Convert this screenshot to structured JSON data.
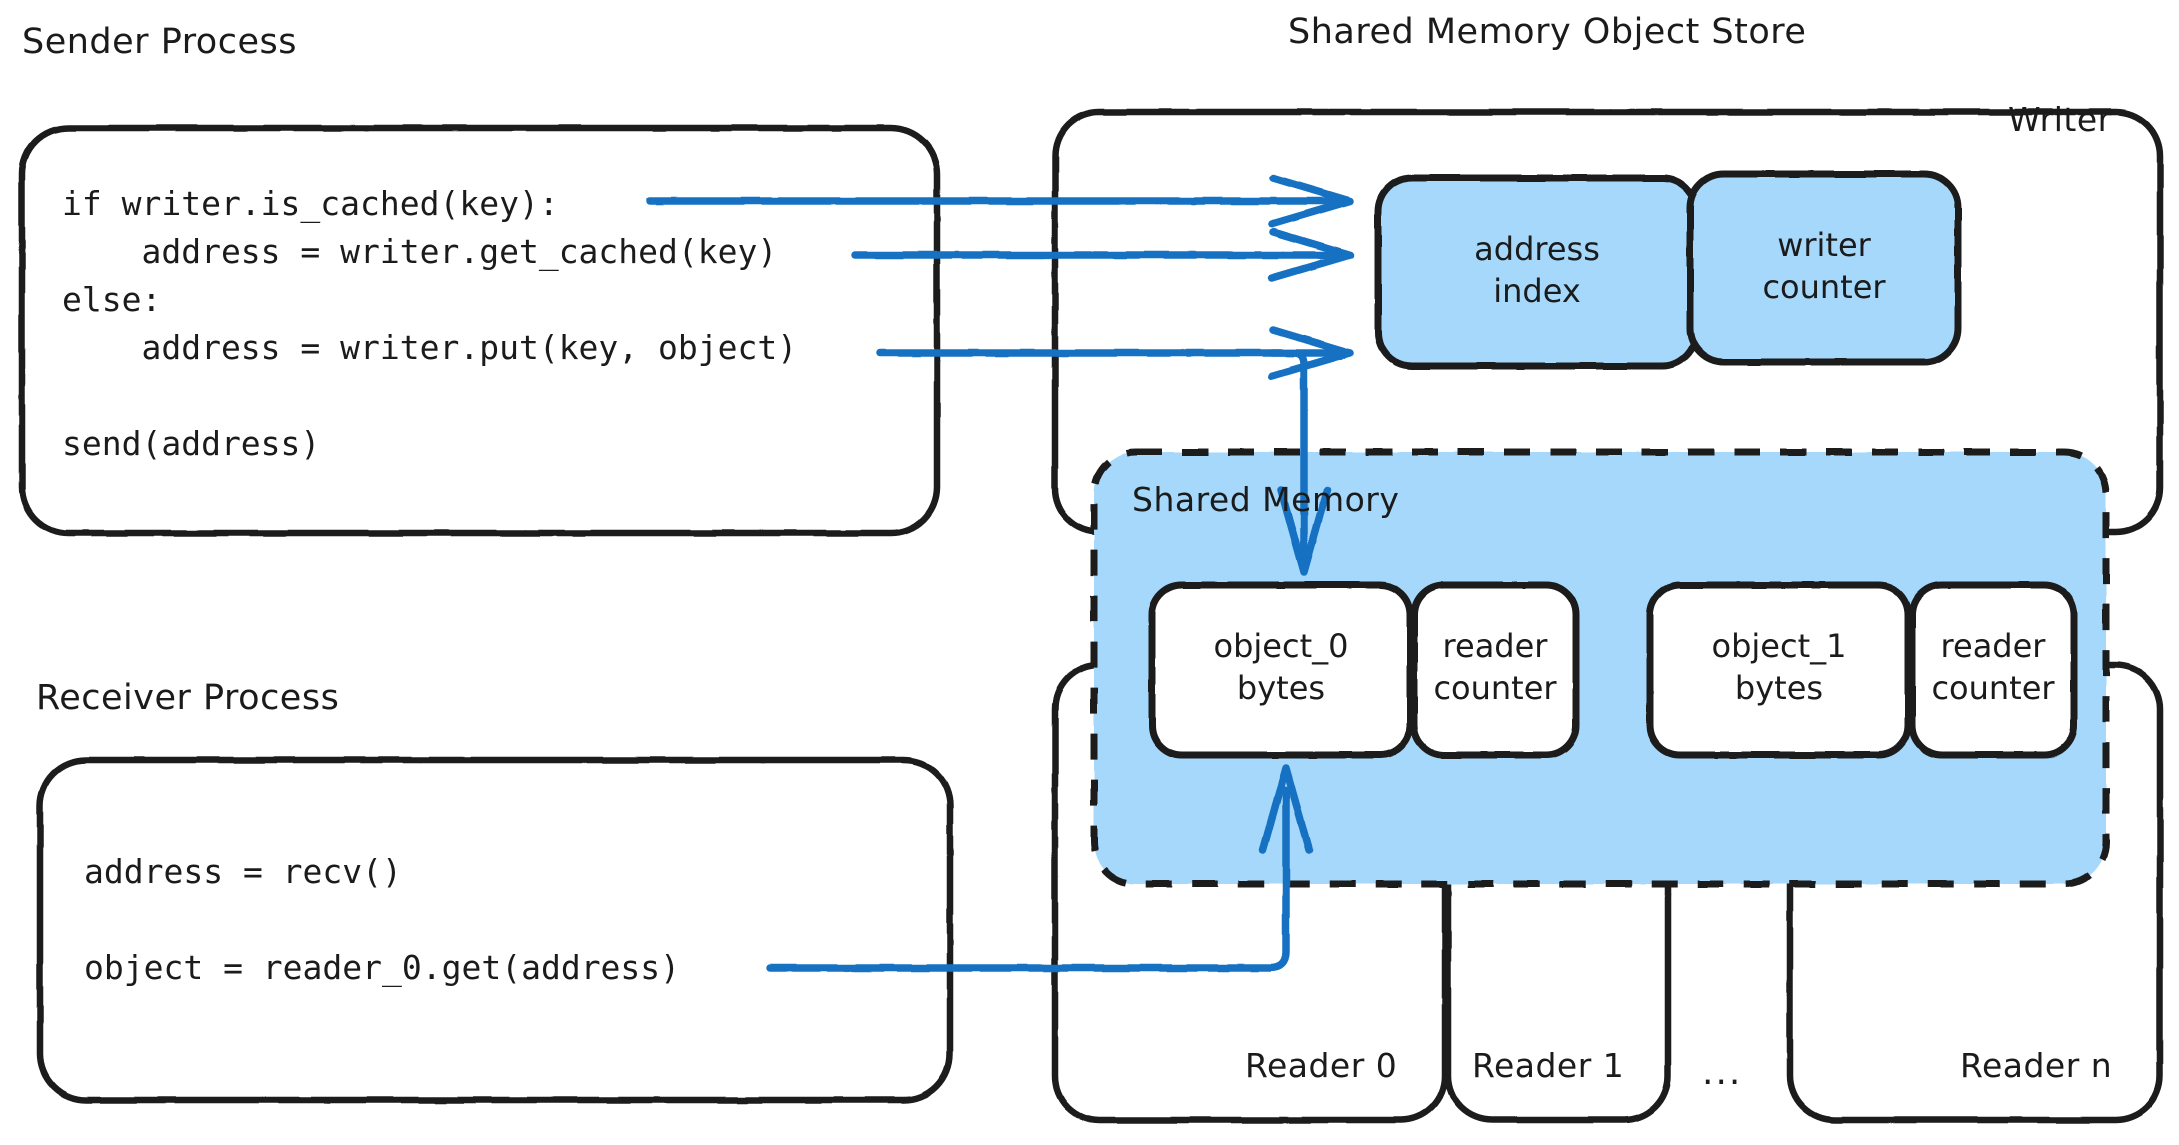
{
  "diagram": {
    "title_sender": "Sender Process",
    "title_receiver": "Receiver Process",
    "title_store": "Shared Memory Object Store",
    "colors": {
      "stroke": "#1b1b1b",
      "arrow": "#1971c2",
      "fill_blue": "#a5d8fb",
      "background": "#ffffff"
    }
  },
  "sender": {
    "label": "Sender Process",
    "code_lines": [
      "if writer.is_cached(key):",
      "    address = writer.get_cached(key)",
      "else:",
      "    address = writer.put(key, object)",
      "",
      "send(address)"
    ],
    "code_text": "if writer.is_cached(key):\n    address = writer.get_cached(key)\nelse:\n    address = writer.put(key, object)\n\nsend(address)"
  },
  "receiver": {
    "label": "Receiver Process",
    "code_lines": [
      "address = recv()",
      "",
      "object = reader_0.get(address)"
    ],
    "code_text": "address = recv()\n\nobject = reader_0.get(address)"
  },
  "store": {
    "label": "Shared Memory Object Store",
    "writer": {
      "caption": "Writer",
      "cells": [
        {
          "label": "address\nindex"
        },
        {
          "label": "writer\ncounter"
        }
      ]
    },
    "shared_memory": {
      "caption": "Shared Memory",
      "slots": [
        {
          "object": "object_0\nbytes",
          "counter": "reader\ncounter"
        },
        {
          "object": "object_1\nbytes",
          "counter": "reader\ncounter"
        }
      ]
    },
    "readers": [
      {
        "caption": "Reader 0"
      },
      {
        "caption": "Reader 1"
      },
      {
        "caption": "..."
      },
      {
        "caption": "Reader n"
      }
    ]
  },
  "arrows": [
    {
      "name": "is-cached-to-address-index",
      "from": "sender.code.is_cached",
      "to": "writer.address_index"
    },
    {
      "name": "get-cached-to-address-index",
      "from": "sender.code.get_cached",
      "to": "writer.address_index"
    },
    {
      "name": "put-to-address-index",
      "from": "sender.code.put",
      "to": "writer.address_index"
    },
    {
      "name": "put-to-object-0",
      "from": "sender.code.put",
      "to": "shared_memory.object_0"
    },
    {
      "name": "reader-get-to-object-0",
      "from": "receiver.code.reader_get",
      "to": "shared_memory.object_0"
    }
  ]
}
